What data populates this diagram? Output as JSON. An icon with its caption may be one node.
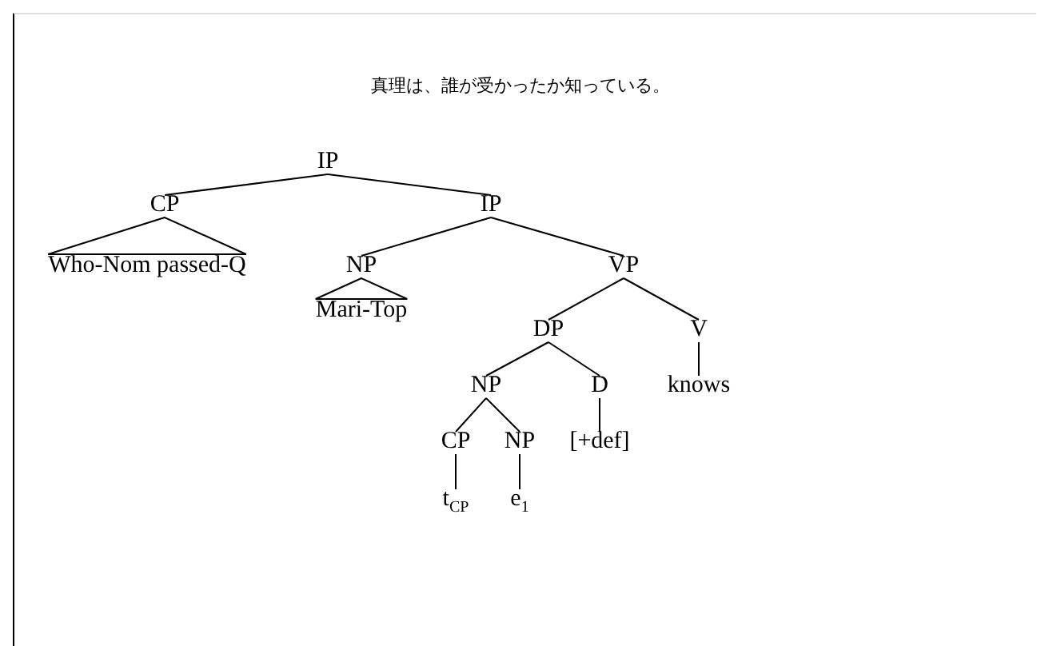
{
  "diagram": {
    "title": "真理は、誰が受かったか知っている。",
    "nodes": [
      {
        "text": [
          "IP"
        ]
      },
      {
        "text": [
          "CP"
        ]
      },
      {
        "text": [
          "IP"
        ]
      },
      {
        "text": [
          "Who-Nom passed-Q"
        ]
      },
      {
        "text": [
          "NP"
        ]
      },
      {
        "text": [
          "VP"
        ]
      },
      {
        "text": [
          "Mari-Top"
        ]
      },
      {
        "text": [
          "DP"
        ]
      },
      {
        "text": [
          "V"
        ]
      },
      {
        "text": [
          "NP"
        ]
      },
      {
        "text": [
          "D"
        ]
      },
      {
        "text": [
          "knows"
        ]
      },
      {
        "text": [
          "CP"
        ]
      },
      {
        "text": [
          "NP"
        ]
      },
      {
        "text": [
          "[+def]"
        ]
      },
      {
        "text": [
          "t$_{CP}$"
        ]
      },
      {
        "text": [
          "e$_{1}$"
        ]
      }
    ],
    "edges": [
      {
        "from": 0,
        "to": 1,
        "arrow": "none"
      },
      {
        "from": 0,
        "to": 2,
        "arrow": "none"
      },
      {
        "from": 1,
        "to": 3,
        "arrow": "none"
      },
      {
        "from": 2,
        "to": 4,
        "arrow": "none"
      },
      {
        "from": 2,
        "to": 5,
        "arrow": "none"
      },
      {
        "from": 4,
        "to": 6,
        "arrow": "none"
      },
      {
        "from": 5,
        "to": 7,
        "arrow": "none"
      },
      {
        "from": 5,
        "to": 8,
        "arrow": "none"
      },
      {
        "from": 7,
        "to": 9,
        "arrow": "none"
      },
      {
        "from": 7,
        "to": 10,
        "arrow": "none"
      },
      {
        "from": 8,
        "to": 11,
        "arrow": "none"
      },
      {
        "from": 9,
        "to": 12,
        "arrow": "none"
      },
      {
        "from": 9,
        "to": 13,
        "arrow": "none"
      },
      {
        "from": 10,
        "to": 14,
        "arrow": "none"
      },
      {
        "from": 12,
        "to": 15,
        "arrow": "none"
      },
      {
        "from": 13,
        "to": 16,
        "arrow": "none"
      }
    ]
  }
}
